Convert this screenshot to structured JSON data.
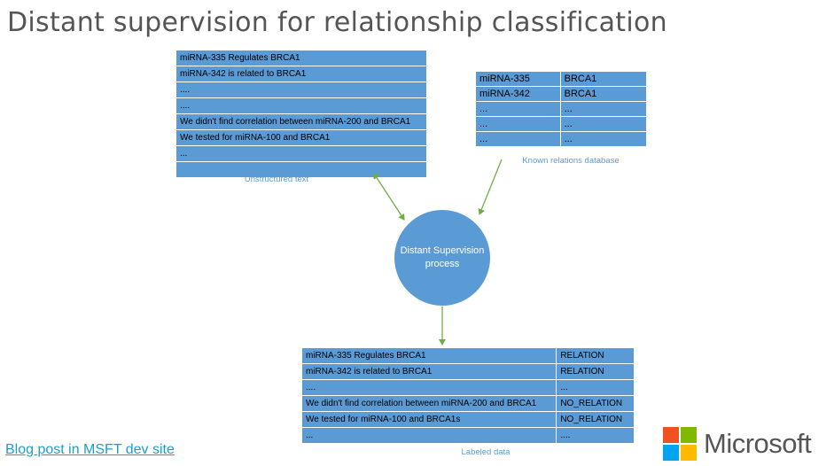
{
  "title": "Distant supervision for relationship classification",
  "unstructured": {
    "rows": [
      "miRNA-335 Regulates BRCA1",
      "miRNA-342 is related to BRCA1",
      "....",
      "....",
      "We didn't find correlation between miRNA-200 and BRCA1",
      "We tested for miRNA-100 and BRCA1",
      "...",
      ""
    ],
    "caption": "Unstructured text"
  },
  "known": {
    "rows": [
      [
        "miRNA-335",
        "BRCA1"
      ],
      [
        "miRNA-342",
        "BRCA1"
      ],
      [
        "...",
        "..."
      ],
      [
        "...",
        "..."
      ],
      [
        "...",
        "..."
      ]
    ],
    "caption": "Known relations database"
  },
  "process": {
    "label_line1": "Distant Supervision",
    "label_line2": "process"
  },
  "labeled": {
    "rows": [
      [
        "miRNA-335 Regulates BRCA1",
        "RELATION"
      ],
      [
        "miRNA-342 is related to BRCA1",
        "RELATION"
      ],
      [
        "....",
        "..."
      ],
      [
        "We didn't find correlation between miRNA-200 and BRCA1",
        "NO_RELATION"
      ],
      [
        "We tested for miRNA-100 and BRCA1s",
        "NO_RELATION"
      ],
      [
        "...",
        "...."
      ]
    ],
    "caption": "Labeled data"
  },
  "link_text": "Blog post in MSFT dev site",
  "logo": {
    "word": "Microsoft",
    "colors": [
      "#f25022",
      "#7fba00",
      "#00a4ef",
      "#ffb900"
    ]
  },
  "colors": {
    "box": "#5b9bd5",
    "arrow": "#70ad47",
    "caption": "#5b9bd5"
  }
}
